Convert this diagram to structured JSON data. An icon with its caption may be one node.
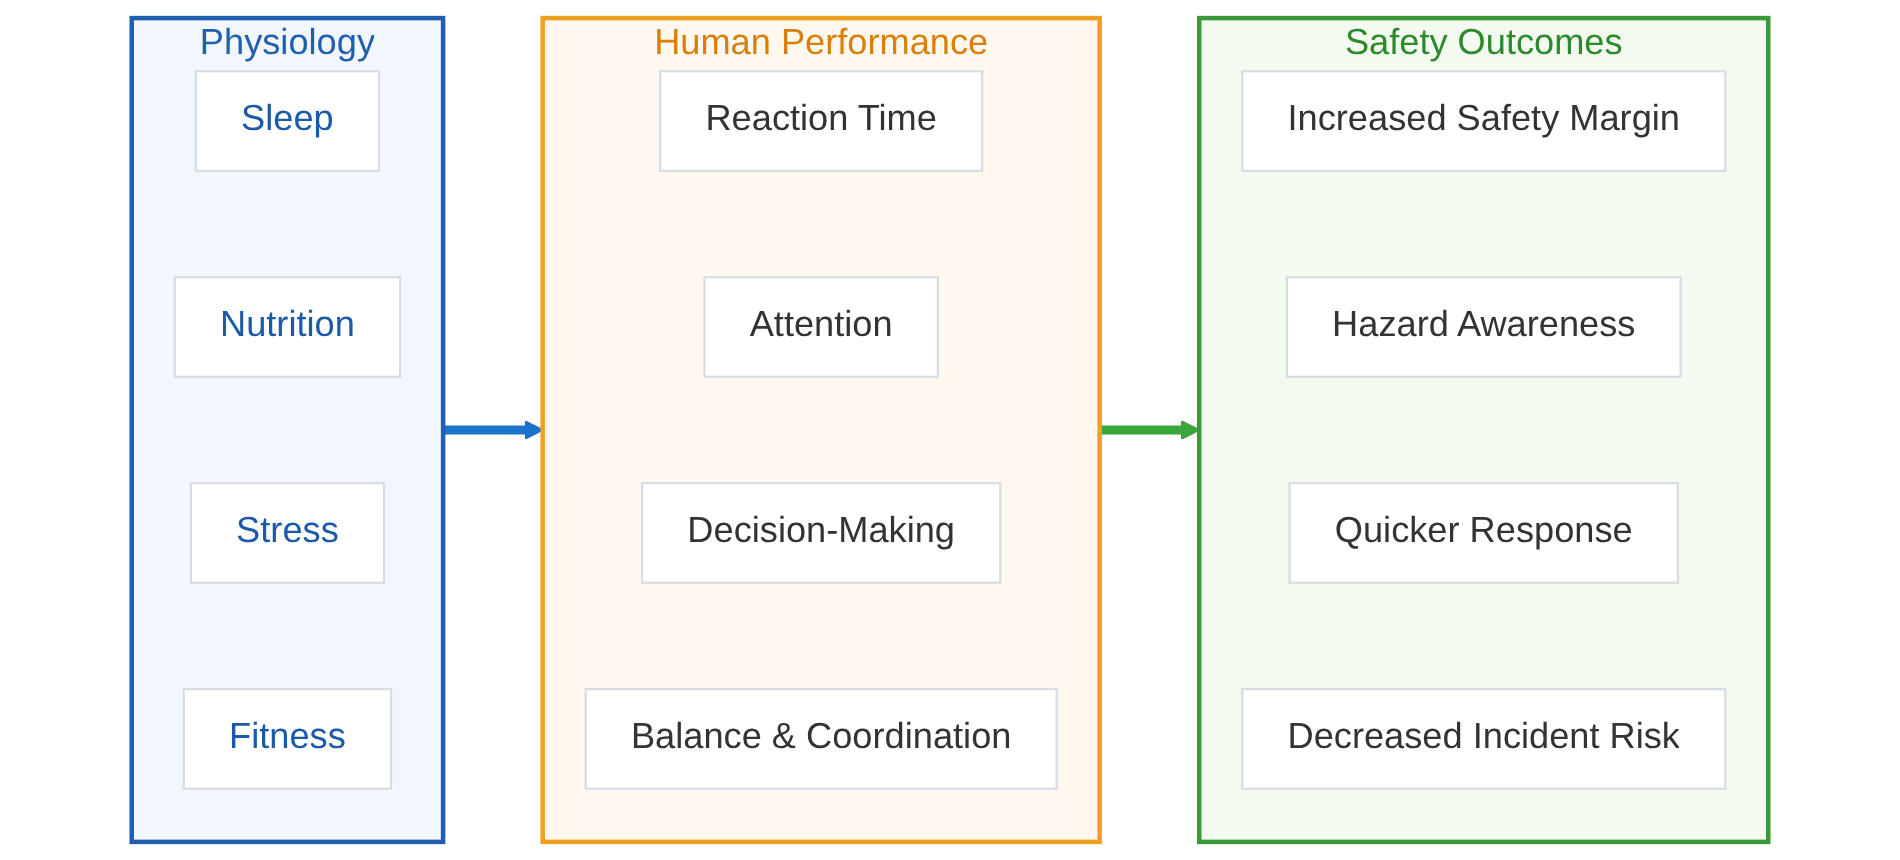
{
  "diagram": {
    "nodes": [
      {
        "text": [
          "Physiology"
        ]
      },
      {
        "text": [
          "Sleep"
        ],
        "in": 0
      },
      {
        "text": [
          "Nutrition"
        ],
        "in": 0
      },
      {
        "text": [
          "Stress"
        ],
        "in": 0
      },
      {
        "text": [
          "Fitness"
        ],
        "in": 0
      },
      {
        "text": [
          "Human Performance"
        ]
      },
      {
        "text": [
          "Reaction Time"
        ],
        "in": 5
      },
      {
        "text": [
          "Attention"
        ],
        "in": 5
      },
      {
        "text": [
          "Decision-Making"
        ],
        "in": 5
      },
      {
        "text": [
          "Balance & Coordination"
        ],
        "in": 5
      },
      {
        "text": [
          "Safety Outcomes"
        ]
      },
      {
        "text": [
          "Increased Safety Margin"
        ],
        "in": 10
      },
      {
        "text": [
          "Hazard Awareness"
        ],
        "in": 10
      },
      {
        "text": [
          "Quicker Response"
        ],
        "in": 10
      },
      {
        "text": [
          "Decreased Incident Risk"
        ],
        "in": 10
      }
    ],
    "edges": [
      {
        "from": 0,
        "to": 5,
        "arrow": "to",
        "color": "#1a73c8"
      },
      {
        "from": 5,
        "to": 10,
        "arrow": "to",
        "color": "#3aa63a"
      }
    ]
  }
}
